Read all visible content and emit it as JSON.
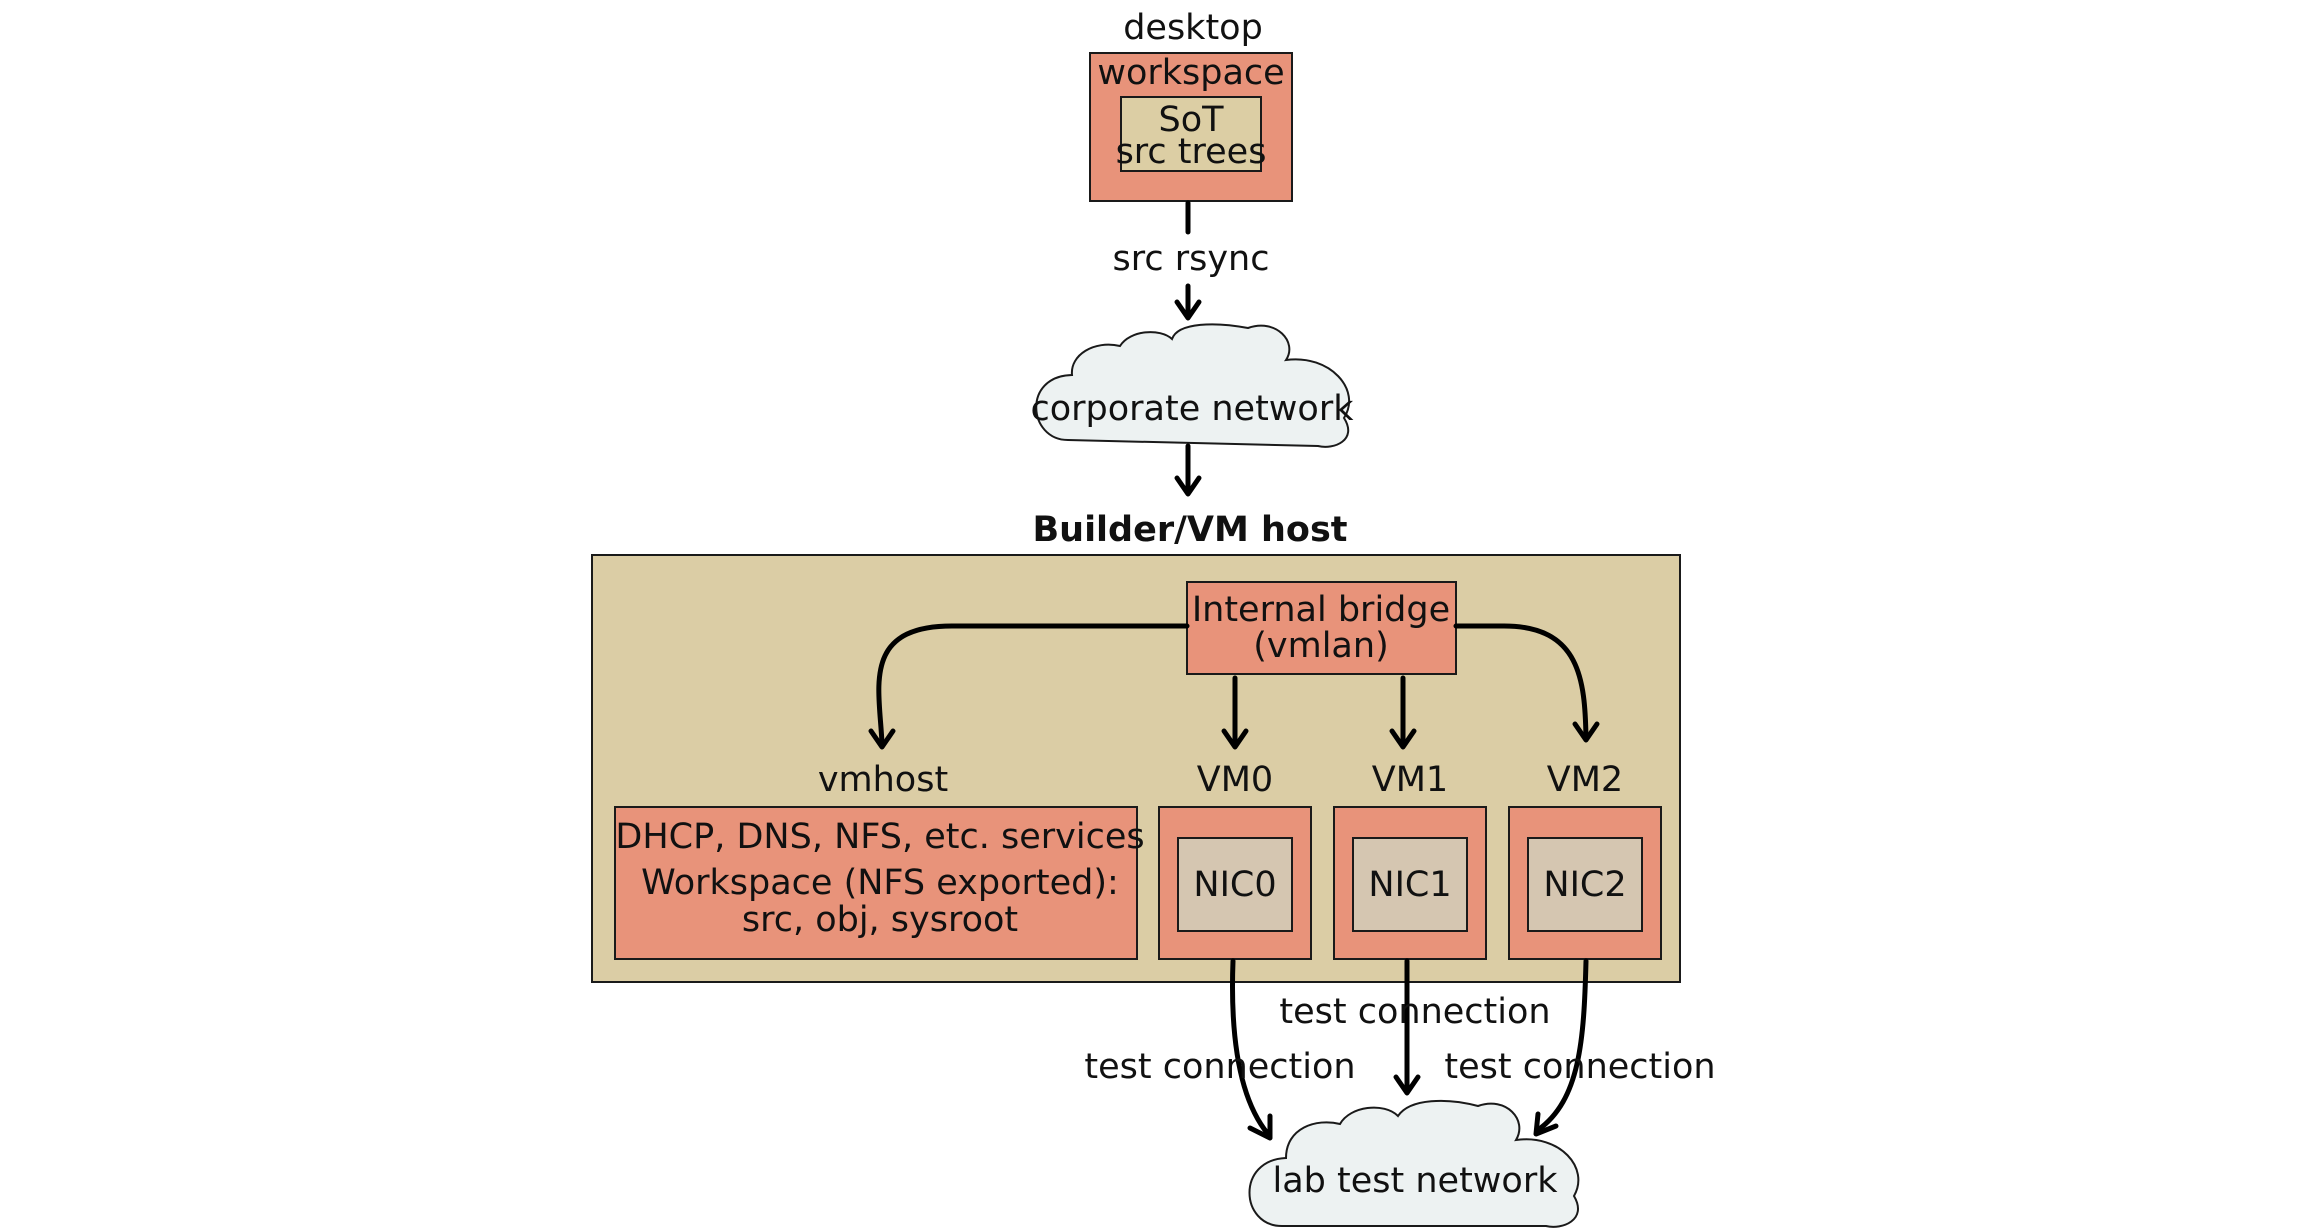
{
  "colors": {
    "box_fill": "#e8937a",
    "inner_fill": "#dccea4",
    "nic_fill": "#d5c6b1",
    "host_fill": "#dbcda5",
    "cloud_fill": "#edf2f2",
    "edge": "#000000"
  },
  "desktop": {
    "label": "desktop",
    "workspace_label": "workspace",
    "sot_line1": "SoT",
    "sot_line2": "src trees"
  },
  "src_rsync_label": "src rsync",
  "corporate_network_label": "corporate network",
  "builder_host": {
    "label": "Builder/VM host",
    "bridge_line1": "Internal bridge",
    "bridge_line2": "(vmlan)",
    "vmhost": {
      "label": "vmhost",
      "line1": "DHCP, DNS, NFS, etc. services",
      "line2": "Workspace (NFS exported):",
      "line3": "src, obj, sysroot"
    },
    "vms": [
      {
        "label": "VM0",
        "nic": "NIC0"
      },
      {
        "label": "VM1",
        "nic": "NIC1"
      },
      {
        "label": "VM2",
        "nic": "NIC2"
      }
    ]
  },
  "test_connections": [
    "test connection",
    "test connection",
    "test connection"
  ],
  "lab_network_label": "lab test network"
}
